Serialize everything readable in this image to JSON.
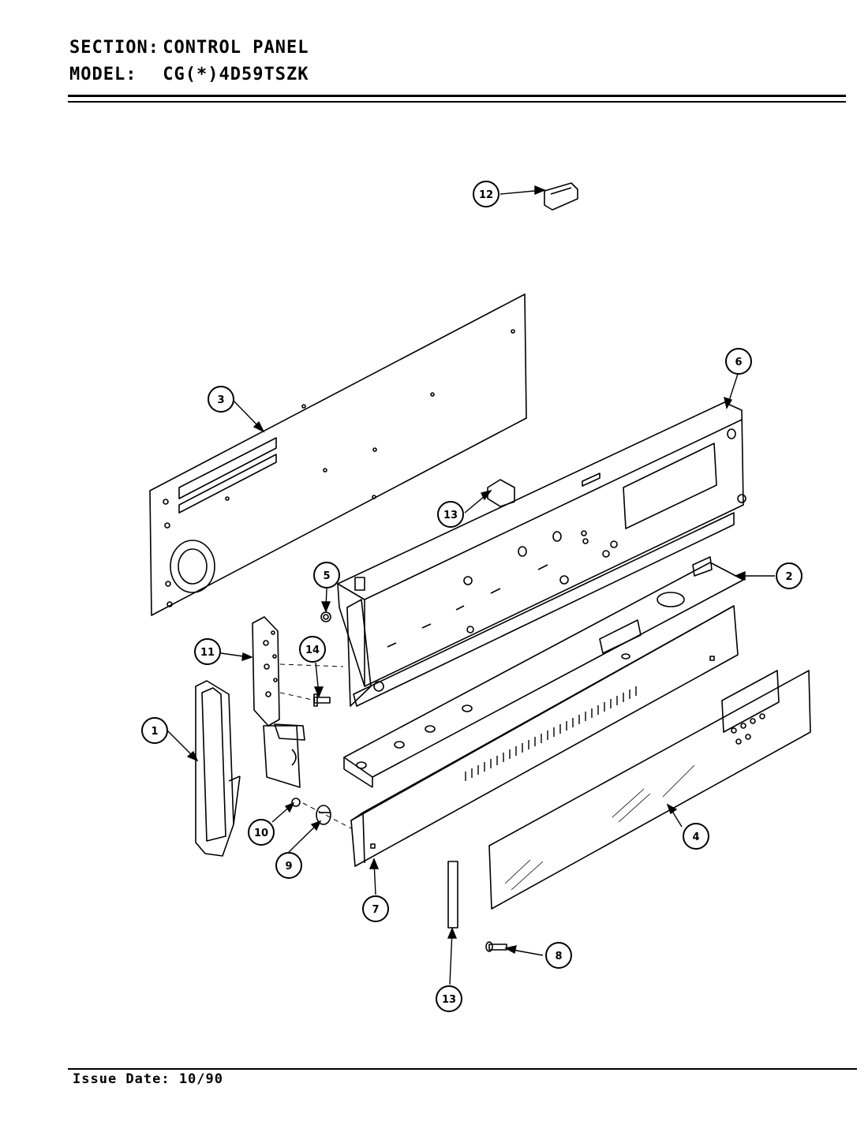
{
  "header": {
    "section_label": "SECTION:",
    "section_value": "CONTROL PANEL",
    "model_label": "MODEL:",
    "model_value": "CG(*)4D59TSZK"
  },
  "footer": {
    "issue_date": "Issue Date: 10/90"
  },
  "callouts": [
    "1",
    "2",
    "3",
    "4",
    "5",
    "6",
    "7",
    "8",
    "9",
    "10",
    "11",
    "12",
    "13",
    "14"
  ]
}
